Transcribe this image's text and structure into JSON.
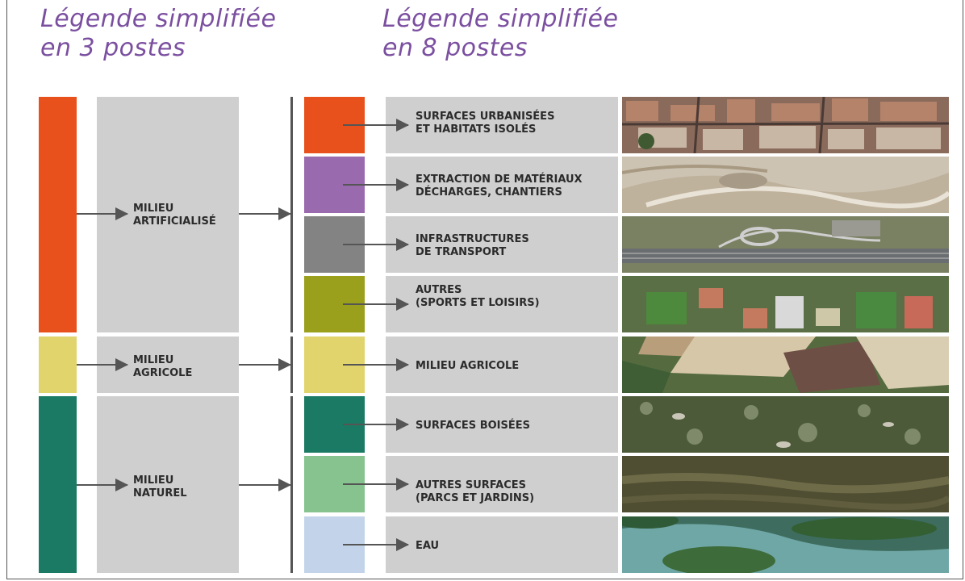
{
  "headings": {
    "left": [
      "Légende simplifiée",
      "en 3 postes"
    ],
    "right": [
      "Légende simplifiée",
      "en 8 postes"
    ]
  },
  "level1": [
    {
      "lines": [
        "MILIEU",
        "ARTIFICIALISÉ"
      ],
      "color": "#e8511b"
    },
    {
      "lines": [
        "MILIEU",
        "AGRICOLE"
      ],
      "color": "#e1d46c"
    },
    {
      "lines": [
        "MILIEU",
        "NATUREL"
      ],
      "color": "#1a7a63"
    }
  ],
  "level2": [
    {
      "lines": [
        "SURFACES URBANISÉES",
        "ET HABITATS ISOLÉS"
      ],
      "color": "#e8511b",
      "photo": "urban-aerial-photo"
    },
    {
      "lines": [
        "EXTRACTION DE MATÉRIAUX",
        "DÉCHARGES, CHANTIERS"
      ],
      "color": "#9a6aae",
      "photo": "quarry-aerial-photo"
    },
    {
      "lines": [
        "INFRASTRUCTURES",
        "DE TRANSPORT"
      ],
      "color": "#838383",
      "photo": "highway-aerial-photo"
    },
    {
      "lines": [
        "AUTRES",
        "(SPORTS ET LOISIRS)"
      ],
      "color": "#9aa01b",
      "photo": "sports-aerial-photo"
    },
    {
      "lines": [
        "MILIEU AGRICOLE"
      ],
      "color": "#e1d46c",
      "photo": "fields-aerial-photo"
    },
    {
      "lines": [
        "SURFACES BOISÉES"
      ],
      "color": "#1a7a63",
      "photo": "forest-aerial-photo"
    },
    {
      "lines": [
        "AUTRES SURFACES",
        "(PARCS ET JARDINS)"
      ],
      "color": "#86c38e",
      "photo": "park-aerial-photo"
    },
    {
      "lines": [
        "EAU"
      ],
      "color": "#c3d4ea",
      "photo": "river-aerial-photo"
    }
  ]
}
